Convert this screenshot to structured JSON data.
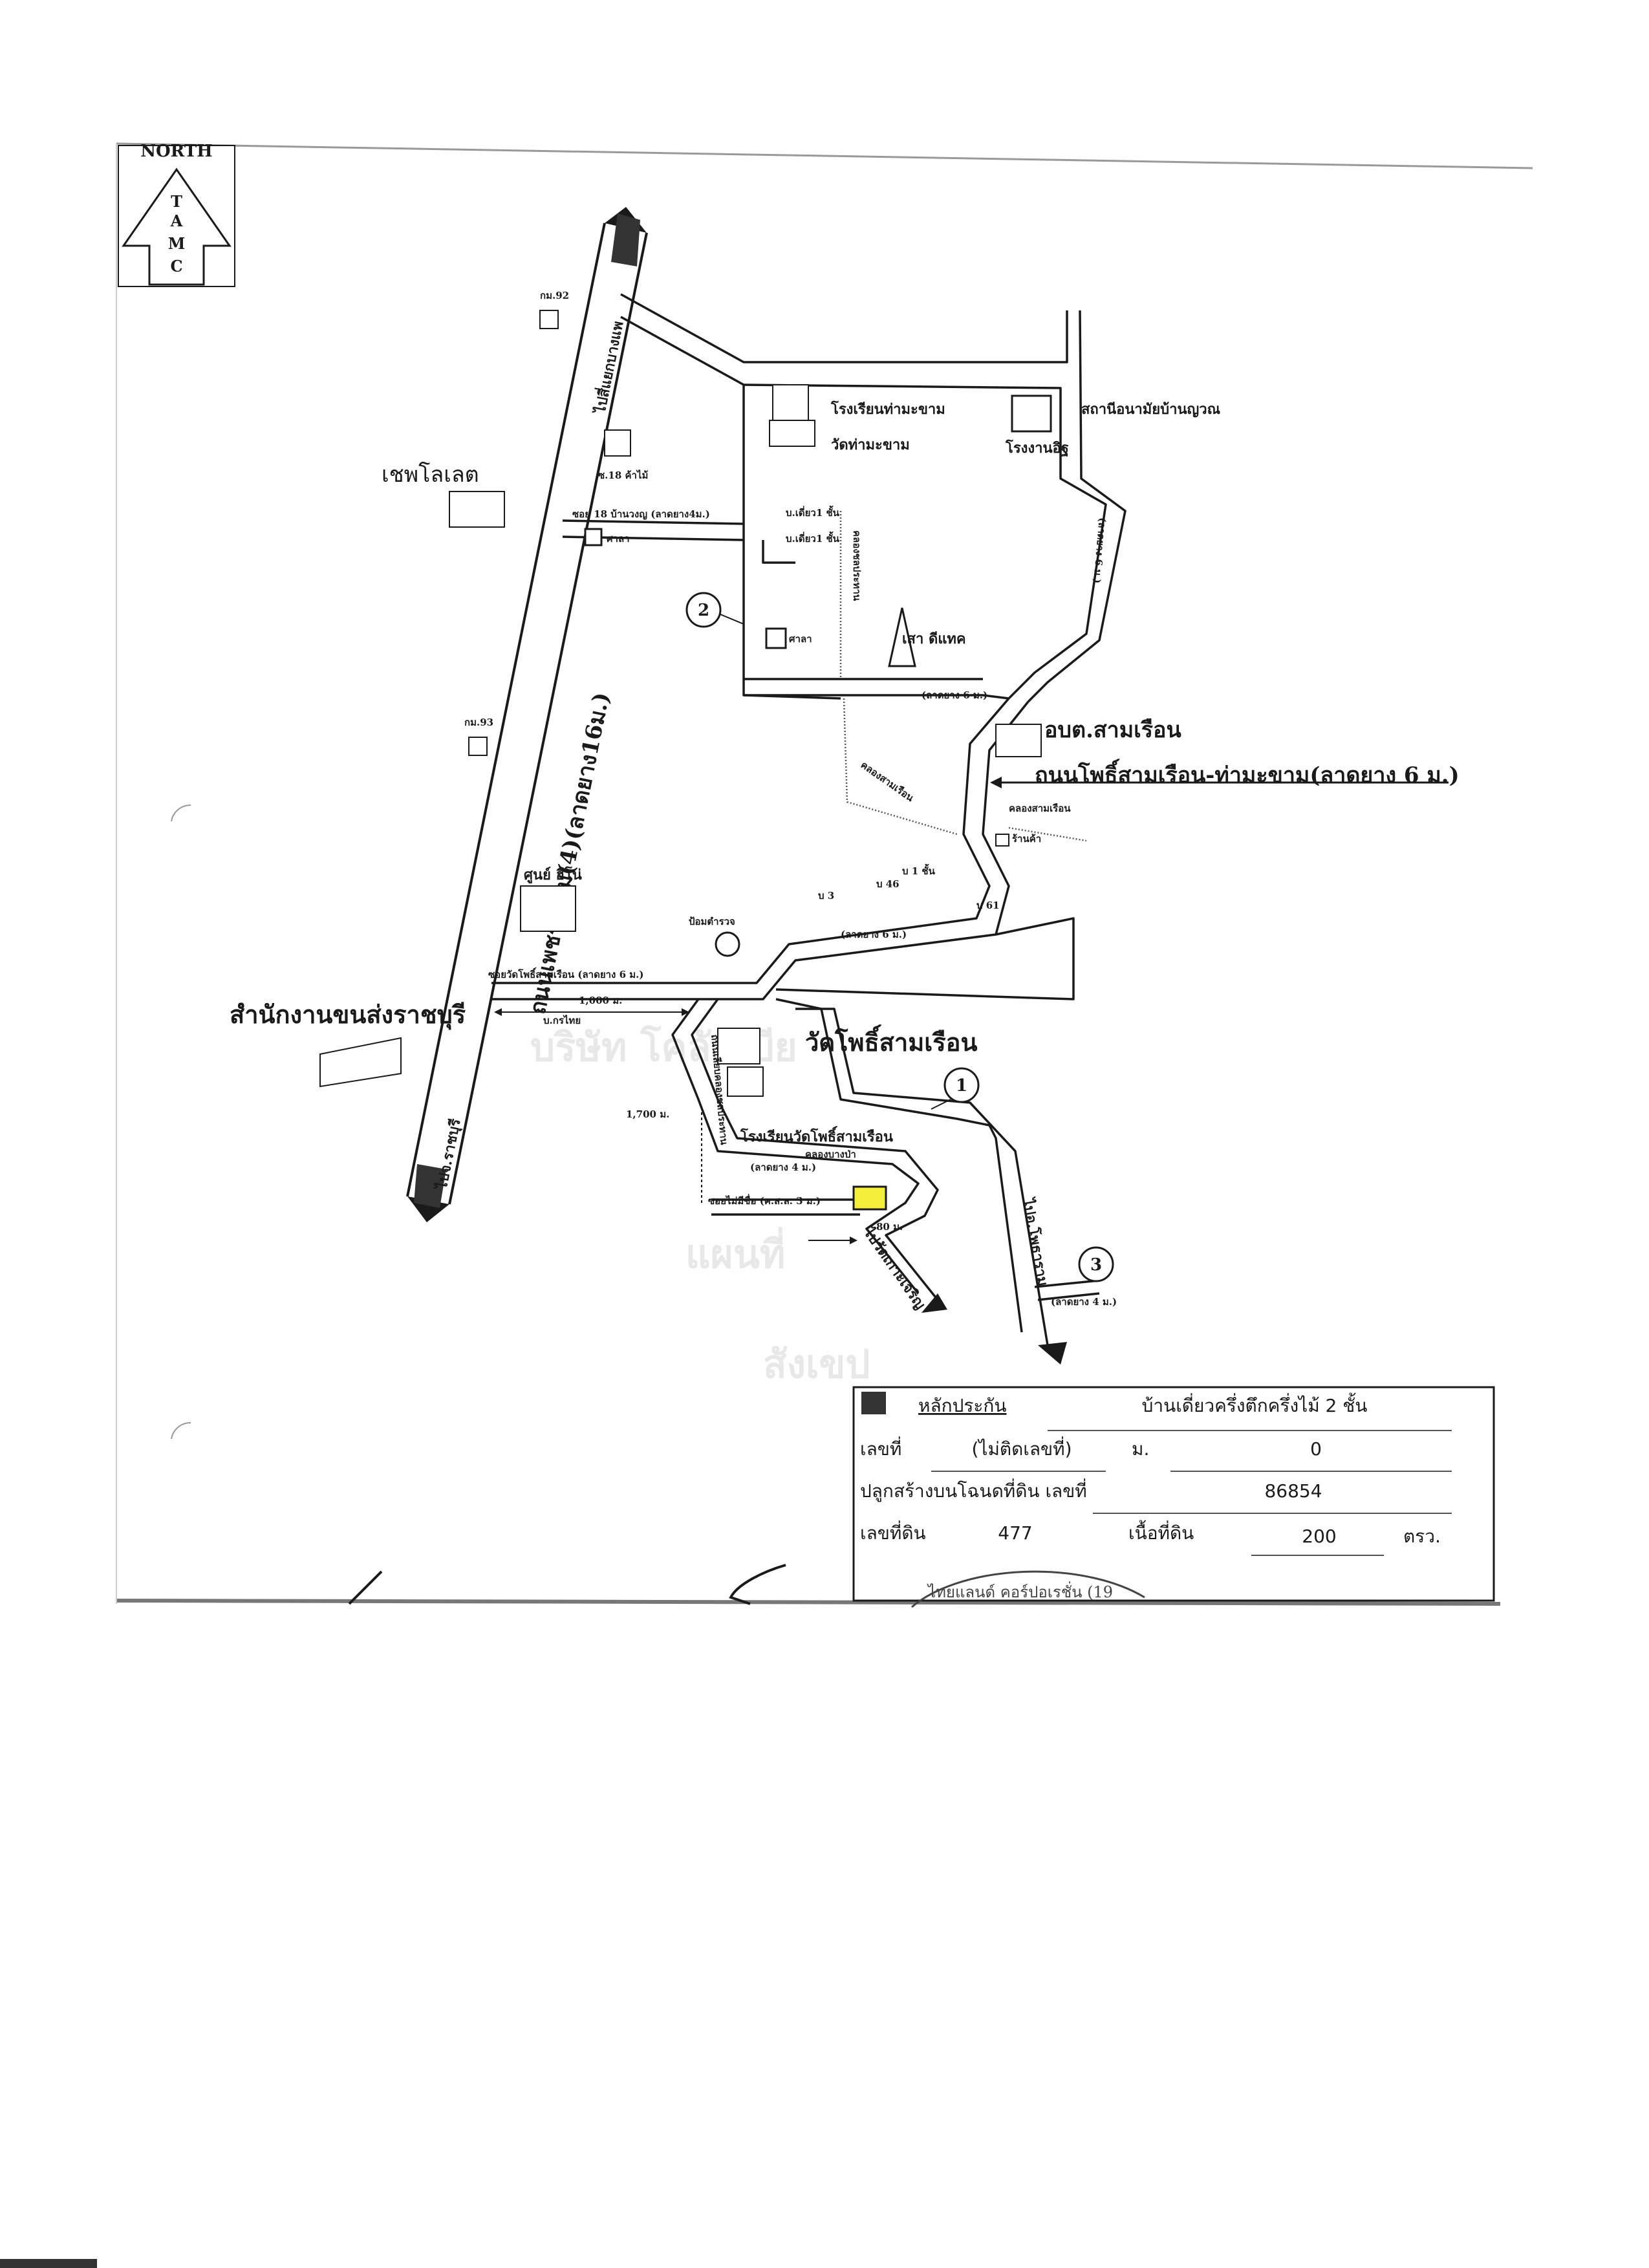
{
  "compass": {
    "top_text": "NORTH",
    "letters": [
      "T",
      "A",
      "M",
      "C"
    ]
  },
  "highways": {
    "main_road": "ถนนเพชรเกษม(4)(ลาดยาง16ม.)",
    "to_north": "ไปสี่แยกบางแพ",
    "to_south": "ไปจ.ราชบุรี",
    "to_photharam": "ไปอ.โพธาราม",
    "to_ko_charoen": "ไปวัดเกาะเจริญ",
    "phothi_road": "ถนนโพธิ์สามเรือน-ท่ามะขาม(ลาดยาง 6 ม.)"
  },
  "labels": {
    "km92": "กม.92",
    "km93": "กม.93",
    "chevrolet": "เชพโลเลต",
    "shop_18": "ซ.18 ค้าไม้",
    "soi18": "ซอย 18 บ้านวงญ (ลาดยาง4ม.)",
    "sala1": "ศาลา",
    "sala2": "ศาลา",
    "tha_makham_school": "โรงเรียนท่ามะขาม",
    "tha_makham_temple": "วัดท่ามะขาม",
    "factory": "โรงงานอิฐ",
    "health_station": "สถานีอนามัยบ้านญวณ",
    "house1": "บ.เดี่ยว1 ชั้น",
    "house2": "บ.เดี่ยว1 ชั้น",
    "canal_vertical": "คลองชลประทาน",
    "tower": "เสา ดีแทค",
    "paved6_1": "(ลาดยาง 6 ม.)",
    "paved6_right": "(ลาดยาง 6 ม.)",
    "obt": "อบต.สามเรือน",
    "canal_samruean": "คลองสามเรือน",
    "canal_samruean2": "คลองสามเรือน",
    "shop": "ร้านค้า",
    "center": "ศูนย์ ฮีโน่",
    "police": "ป้อมตำรวจ",
    "b3": "บ 3",
    "b46": "บ 46",
    "b1": "บ 1 ชั้น",
    "b61": "บ 61",
    "paved6_2": "(ลาดยาง 6 ม.)",
    "soi_wat": "ซอยวัดโพธิ์สามเรือน (ลาดยาง 6 ม.)",
    "dist_1000": "1,000 ม.",
    "bank": "บ.กรไทย",
    "transport_office": "สำนักงานขนส่งราชบุรี",
    "wat_phothi": "วัดโพธิ์สามเรือน",
    "phothi_school": "โรงเรียนวัดโพธิ์สามเรือน",
    "dist_1700": "1,700 ม.",
    "canal_bangpa": "คลองบางป่า",
    "paved4": "(ลาดยาง 4 ม.)",
    "soi_no_name": "ซอยไม่มีชื่อ (ค.ส.ล. 3 ม.)",
    "dist_80": "80 ม.",
    "paved4b": "(ลาดยาง 4 ม.)",
    "canal_roadside": "ถนนเลียบคลองชลประทาน"
  },
  "markers": {
    "m1": "1",
    "m2": "2",
    "m3": "3"
  },
  "legend": {
    "collateral_label": "หลักประกัน",
    "collateral_value": "บ้านเดี่ยวครึ่งตึกครึ่งไม้ 2 ชั้น",
    "house_no_label": "เลขที่",
    "house_no_value": "(ไม่ติดเลขที่)",
    "moo_label": "ม.",
    "moo_value": "0",
    "deed_label": "ปลูกสร้างบนโฉนดที่ดิน เลขที่",
    "deed_value": "86854",
    "land_no_label": "เลขที่ดิน",
    "land_no_value": "477",
    "area_label": "เนื้อที่ดิน",
    "area_value": "200",
    "area_unit": "ตรว."
  },
  "stamp_text": "ไทยแลนด์ คอร์ปอเรชั่น (19",
  "colors": {
    "ink": "#1a1a1a",
    "highlight": "#f4ee3a",
    "paper": "#ffffff"
  }
}
